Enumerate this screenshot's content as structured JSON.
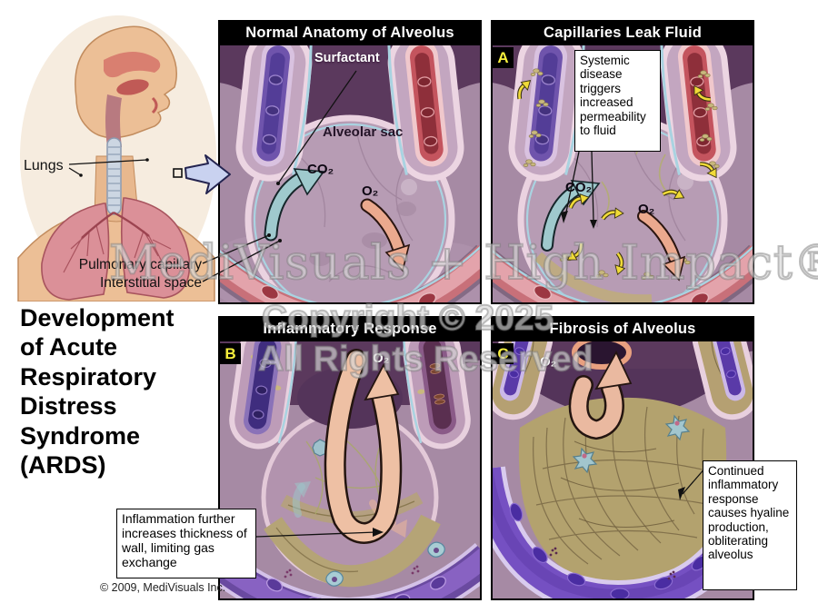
{
  "page": {
    "copyright_notice": "© 2009, MediVisuals Inc.",
    "main_title": "Development of Acute Respiratory Distress Syndrome (ARDS)"
  },
  "overview": {
    "lungs_label": "Lungs",
    "pulmonary_capillary_label": "Pulmonary capillary",
    "interstitial_space_label": "Interstitial space"
  },
  "panels": {
    "normal": {
      "title": "Normal Anatomy of Alveolus",
      "surfactant_label": "Surfactant",
      "alveolar_sac_label": "Alveolar sac",
      "co2_label": "CO₂",
      "o2_label": "O₂"
    },
    "leak": {
      "title": "Capillaries Leak Fluid",
      "letter": "A",
      "callout": "Systemic disease triggers increased permeability to fluid",
      "co2_label": "CO₂",
      "o2_label": "O₂"
    },
    "inflammatory": {
      "title": "Inflammatory Response",
      "letter": "B",
      "o2_label": "O₂",
      "callout": "Inflammation further increases thickness of wall, limiting gas exchange"
    },
    "fibrosis": {
      "title": "Fibrosis of Alveolus",
      "letter": "C",
      "o2_label": "O₂",
      "callout": "Continued inflammatory response causes hyaline production, obliterating alveolus"
    }
  },
  "watermark": {
    "line1": "MediVisuals + High Impact®",
    "line2": "Copyright © 2025",
    "line3": "All Rights Reserved"
  },
  "colors": {
    "panel_title_bg": "#000000",
    "panel_title_text": "#ffffff",
    "letter_badge_text": "#f7ef3c",
    "airspace_dark": "#5b395d",
    "tissue_mauve": "#a68aa4",
    "alveolar_sac": "#b79cb4",
    "capillary_purple": "#6f54ac",
    "capillary_red": "#c4545e",
    "wall_pink": "#ecd5e2",
    "lining_blue": "#a9d3e1",
    "edema_tan": "#b5a476",
    "co2_arrow": "#9fc9cd",
    "o2_arrow": "#eba98e",
    "leak_arrow_yellow": "#f0da38"
  }
}
